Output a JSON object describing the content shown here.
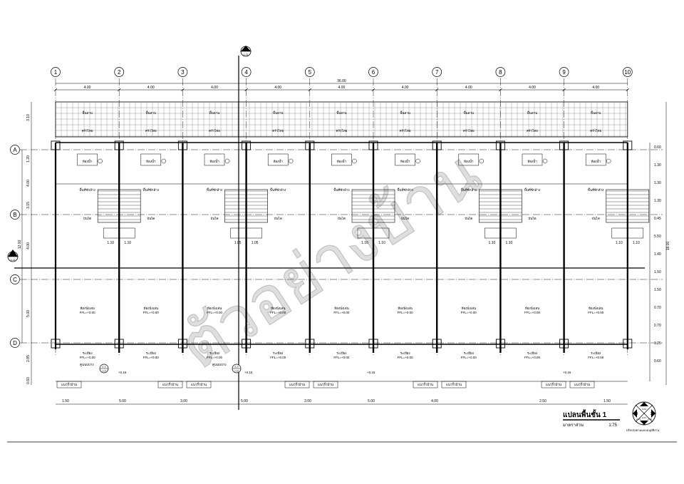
{
  "plan": {
    "title": "แปลนพื้นชั้น 1",
    "scale_label": "มาตราส่วน",
    "scale_value": "1:75",
    "watermark": "ตัวอย่างบ้าน",
    "corner_caption": "ปรับปรุงตามแบบอนุมัติงาน"
  },
  "grid": {
    "columns": [
      "1",
      "2",
      "3",
      "4",
      "5",
      "6",
      "7",
      "8",
      "9",
      "10"
    ],
    "rows": [
      "A",
      "B",
      "C",
      "D"
    ],
    "overall_width": "36.00",
    "bay_width": "4.00",
    "overall_depth": "18.00",
    "left_dims": [
      "3.10",
      "1.20",
      "4.00",
      "3.15",
      "12.00",
      "4.00",
      "5.00",
      "2.85",
      "0.60"
    ],
    "right_dims": [
      "0.60",
      "1.30",
      "1.30",
      "1.30",
      "0.45",
      "5.50",
      "1.40",
      "1.50",
      "1.50",
      "0.70",
      "0.70",
      "1.25",
      "0.60"
    ],
    "bottom_dims": [
      "1.50",
      "5.00",
      "3.00",
      "5.00",
      "3.00",
      "5.00",
      "4.00",
      "2.50",
      "1.50"
    ]
  },
  "rooms": {
    "garden": "พื้นลาน",
    "kitchen": "ครัวไทย",
    "laundry": "พื้นที่ซักล้าง",
    "bathroom": "ห้องน้ำ",
    "stairs": "บันได",
    "living": "ห้องนั่งเล่น",
    "terrace": "ระเบียง",
    "floor_note": "FFL=+0.00"
  },
  "callouts": {
    "section_a": "A",
    "section_b": "B",
    "section_ref": "3-02",
    "detail_a": "2.1",
    "detail_b": "2.2",
    "detail_ref": "2-04",
    "level_a": "+0.15",
    "level_b": "+0.15",
    "level_c": "+0.15",
    "stair_widths": [
      "1.10",
      "1.10",
      "1.05",
      "1.05",
      "1.10",
      "1.10",
      "1.10",
      "1.10",
      "1.10",
      "1.10"
    ],
    "canopy": "คูนนบบาง",
    "fence": "แนวรั้วบ้าน",
    "compass": [
      "3",
      "2",
      "1",
      "4"
    ],
    "compass_refs": [
      "3-03",
      "2-02",
      "2-01",
      "2-04"
    ]
  }
}
